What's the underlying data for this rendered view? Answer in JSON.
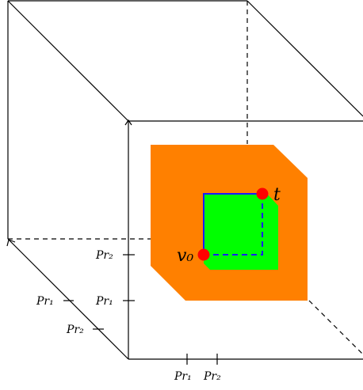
{
  "colors": {
    "background": "#ffffff",
    "edge": "#000000",
    "outer_region": "#ff8000",
    "inner_region": "#00ff00",
    "path_solid": "#1a1aff",
    "path_dashed": "#1a1aff",
    "points": "#ff0000"
  },
  "labels": {
    "start_point": "v₀",
    "target_point": "t",
    "front_y_pr2": "Pr₂",
    "front_y_pr1": "Pr₁",
    "front_x_pr1": "Pr₁",
    "front_x_pr2": "Pr₂",
    "depth_pr1": "Pr₁",
    "depth_pr2": "Pr₂"
  }
}
